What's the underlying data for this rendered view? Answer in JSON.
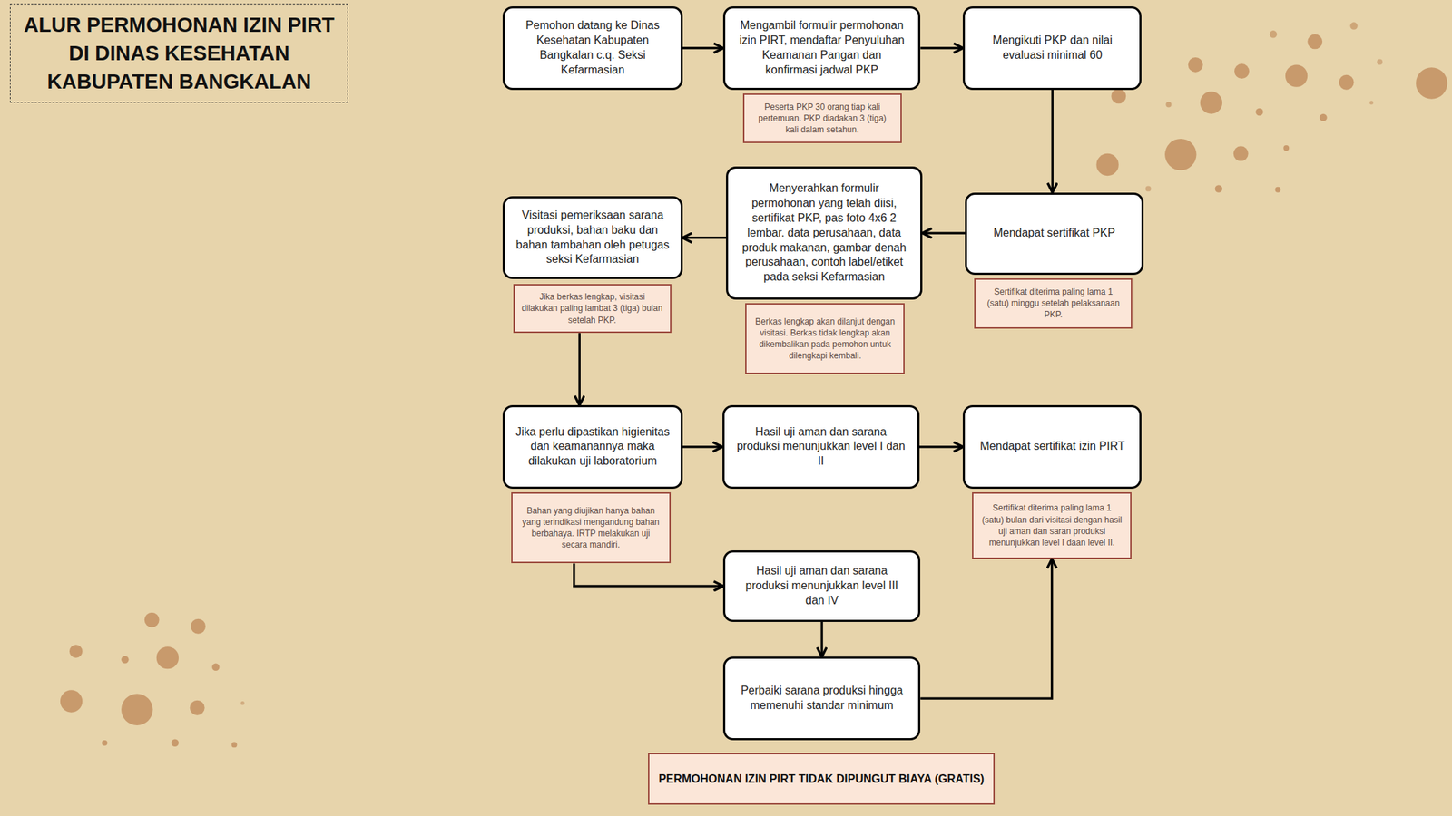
{
  "diagram": {
    "title": "ALUR PERMOHONAN IZIN PIRT DI DINAS KESEHATAN KABUPATEN BANGKALAN",
    "nodes": [
      {
        "text": [
          "Pemohon datang ke Dinas Kesehatan Kabupaten Bangkalan c.q. Seksi Kefarmasian"
        ]
      },
      {
        "text": [
          "Mengambil formulir permohonan izin PIRT, mendaftar Penyuluhan Keamanan Pangan dan konfirmasi jadwal PKP"
        ]
      },
      {
        "text": [
          "Peserta PKP 30 orang tiap kali pertemuan. PKP diadakan 3 (tiga) kali dalam setahun."
        ]
      },
      {
        "text": [
          "Mengikuti PKP dan nilai evaluasi minimal 60"
        ]
      },
      {
        "text": [
          "Mendapat sertifikat PKP"
        ]
      },
      {
        "text": [
          "Sertifikat diterima paling lama 1 (satu) minggu setelah pelaksanaan PKP."
        ]
      },
      {
        "text": [
          "Menyerahkan formulir permohonan yang telah diisi, sertifikat PKP, pas foto 4x6 2 lembar. data perusahaan, data produk makanan, gambar denah perusahaan, contoh label/etiket pada seksi Kefarmasian"
        ]
      },
      {
        "text": [
          "Berkas lengkap akan dilanjut dengan visitasi. Berkas tidak lengkap akan dikembalikan pada pemohon untuk dilengkapi kembali."
        ]
      },
      {
        "text": [
          "Visitasi pemeriksaan sarana produksi, bahan baku dan bahan tambahan oleh petugas seksi Kefarmasian"
        ]
      },
      {
        "text": [
          "Jika berkas lengkap, visitasi dilakukan paling lambat 3 (tiga) bulan setelah PKP."
        ]
      },
      {
        "text": [
          "Jika perlu dipastikan higienitas dan keamanannya maka dilakukan uji laboratorium"
        ]
      },
      {
        "text": [
          "Bahan yang diujikan hanya bahan yang terindikasi mengandung bahan berbahaya. IRTP melakukan uji secara mandiri."
        ]
      },
      {
        "text": [
          "Hasil uji aman dan sarana produksi menunjukkan level I dan II"
        ]
      },
      {
        "text": [
          "Mendapat sertifikat izin PIRT"
        ]
      },
      {
        "text": [
          "Sertifikat diterima paling lama 1 (satu) bulan dari visitasi dengan hasil uji aman dan saran produksi menunjukkan level I daan level II."
        ]
      },
      {
        "text": [
          "Hasil uji aman dan sarana produksi menunjukkan level III dan IV"
        ]
      },
      {
        "text": [
          "Perbaiki sarana produksi hingga memenuhi standar minimum"
        ]
      },
      {
        "text": [
          "PERMOHONAN IZIN PIRT TIDAK DIPUNGUT BIAYA (GRATIS)"
        ]
      }
    ],
    "edges": [
      {
        "from": 0,
        "to": 1,
        "arrow": "to"
      },
      {
        "from": 1,
        "to": 3,
        "arrow": "to"
      },
      {
        "from": 3,
        "to": 4,
        "arrow": "to"
      },
      {
        "from": 4,
        "to": 6,
        "arrow": "to"
      },
      {
        "from": 6,
        "to": 8,
        "arrow": "to"
      },
      {
        "from": 9,
        "to": 10,
        "arrow": "to"
      },
      {
        "from": 10,
        "to": 12,
        "arrow": "to"
      },
      {
        "from": 12,
        "to": 13,
        "arrow": "to"
      },
      {
        "from": 11,
        "to": 15,
        "arrow": "to"
      },
      {
        "from": 15,
        "to": 16,
        "arrow": "to"
      },
      {
        "from": 16,
        "to": 14,
        "arrow": "to"
      }
    ]
  }
}
